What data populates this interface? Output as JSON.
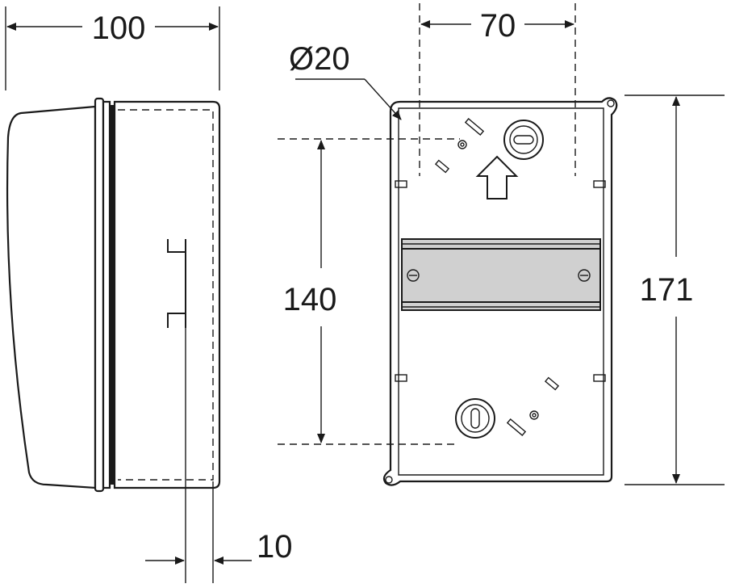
{
  "dimensions": {
    "width_side": "100",
    "hole_spacing": "70",
    "hole_diameter": "Ø20",
    "mount_spacing": "140",
    "height": "171",
    "rail_offset": "10"
  },
  "colors": {
    "line": "#1a1a1a",
    "rail_fill": "#d0d0d0",
    "background": "#ffffff"
  }
}
